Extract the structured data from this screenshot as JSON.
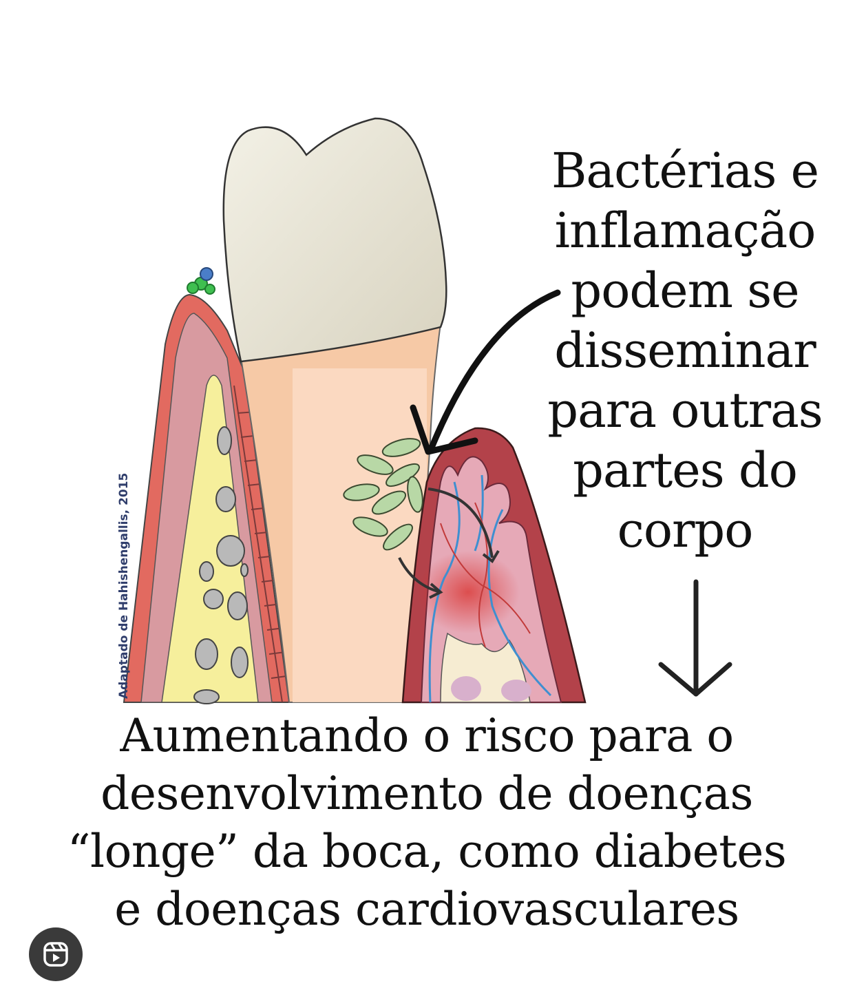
{
  "annotation": {
    "lines": [
      "Bactérias e",
      "inflamação",
      "podem se",
      "disseminar",
      "para outras",
      "partes do",
      "corpo"
    ]
  },
  "caption": {
    "lines": [
      "Aumentando o risco para o",
      "desenvolvimento de doenças",
      "“longe” da boca, como diabetes",
      "e doenças cardiovasculares"
    ]
  },
  "credit": "Adaptado de Hahishengallis, 2015",
  "icons": {
    "reels": "reels-icon"
  },
  "colors": {
    "enamel": "#e7e4d6",
    "dentin": "#f6c9a6",
    "gum_pink": "#d98f98",
    "gum_red": "#b3424a",
    "bone": "#f6ef9c",
    "bacteria": "#b8d8a6",
    "vessel_blue": "#3f8fd0",
    "inflammation": "#d9302c"
  }
}
